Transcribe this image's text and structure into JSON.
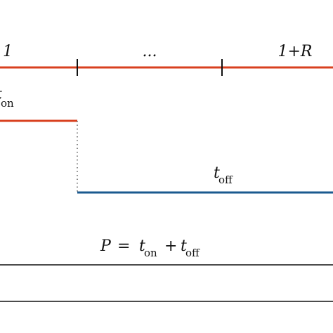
{
  "timeline": {
    "start_label": "1",
    "middle_label": "...",
    "end_label": "1+R",
    "color": "#d8401f"
  },
  "on_phase": {
    "symbol": "t",
    "subscript": "on",
    "color": "#d8401f"
  },
  "off_phase": {
    "symbol": "t",
    "subscript": "off",
    "color": "#1a5a8f"
  },
  "period": {
    "lhs": "P",
    "equals": "=",
    "term1_symbol": "t",
    "term1_sub": "on",
    "plus": "+",
    "term2_symbol": "t",
    "term2_sub": "off"
  },
  "colors": {
    "ink": "#111111",
    "background": "#ffffff"
  }
}
